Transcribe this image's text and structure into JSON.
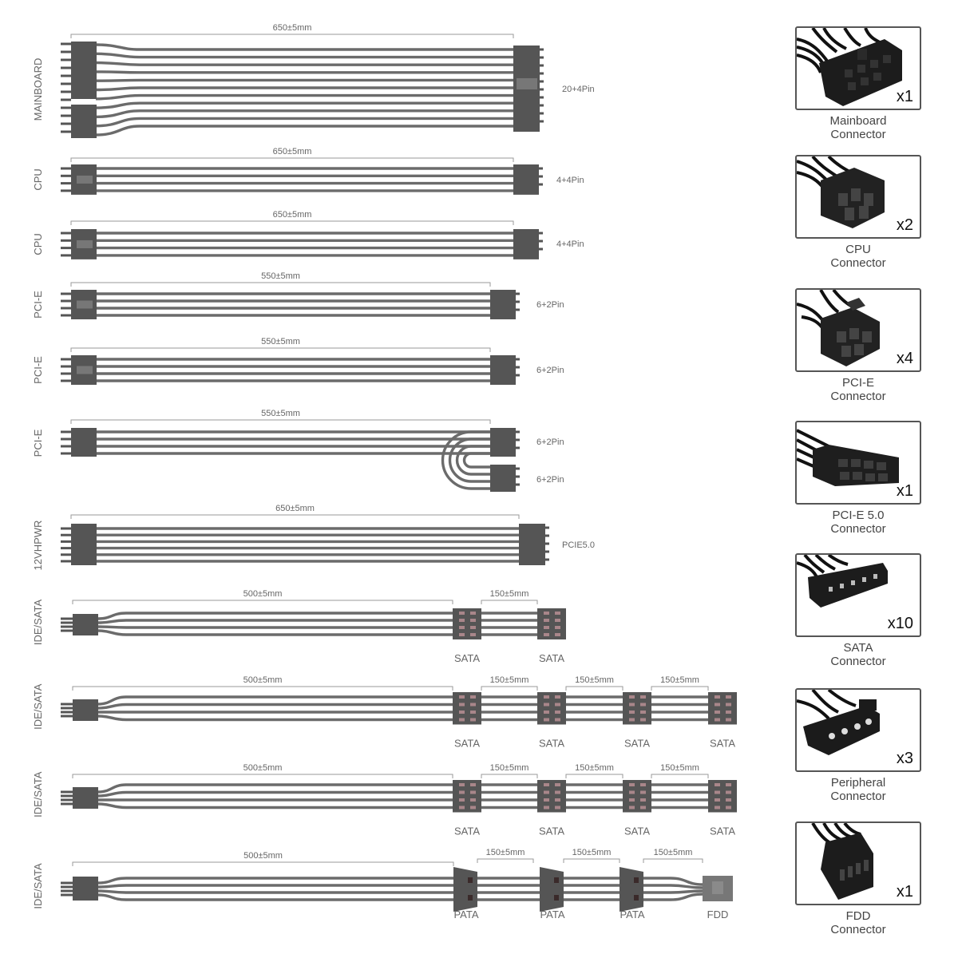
{
  "cables": [
    {
      "name": "MAINBOARD",
      "length": "650±5mm",
      "end_label": "20+4Pin"
    },
    {
      "name": "CPU",
      "length": "650±5mm",
      "end_label": "4+4Pin"
    },
    {
      "name": "CPU",
      "length": "650±5mm",
      "end_label": "4+4Pin"
    },
    {
      "name": "PCI-E",
      "length": "550±5mm",
      "end_label": "6+2Pin"
    },
    {
      "name": "PCI-E",
      "length": "550±5mm",
      "end_label": "6+2Pin"
    },
    {
      "name": "PCI-E",
      "length": "550±5mm",
      "end_label": "6+2Pin",
      "end_label_2": "6+2Pin"
    },
    {
      "name": "12VHPWR",
      "length": "650±5mm",
      "end_label": "PCIE5.0"
    },
    {
      "name": "IDE/SATA",
      "length": "500±5mm",
      "seg_lengths": [
        "150±5mm"
      ],
      "connectors": [
        "SATA",
        "SATA"
      ]
    },
    {
      "name": "IDE/SATA",
      "length": "500±5mm",
      "seg_lengths": [
        "150±5mm",
        "150±5mm",
        "150±5mm"
      ],
      "connectors": [
        "SATA",
        "SATA",
        "SATA",
        "SATA"
      ]
    },
    {
      "name": "IDE/SATA",
      "length": "500±5mm",
      "seg_lengths": [
        "150±5mm",
        "150±5mm",
        "150±5mm"
      ],
      "connectors": [
        "SATA",
        "SATA",
        "SATA",
        "SATA"
      ]
    },
    {
      "name": "IDE/SATA",
      "length": "500±5mm",
      "seg_lengths": [
        "150±5mm",
        "150±5mm",
        "150±5mm"
      ],
      "connectors": [
        "PATA",
        "PATA",
        "PATA",
        "FDD"
      ]
    }
  ],
  "connectors": [
    {
      "qty": "x1",
      "line1": "Mainboard",
      "line2": "Connector",
      "icon": "mainboard-connector-icon"
    },
    {
      "qty": "x2",
      "line1": "CPU",
      "line2": "Connector",
      "icon": "cpu-connector-icon"
    },
    {
      "qty": "x4",
      "line1": "PCI-E",
      "line2": "Connector",
      "icon": "pcie-connector-icon"
    },
    {
      "qty": "x1",
      "line1": "PCI-E 5.0",
      "line2": "Connector",
      "icon": "pcie5-connector-icon"
    },
    {
      "qty": "x10",
      "line1": "SATA",
      "line2": "Connector",
      "icon": "sata-connector-icon"
    },
    {
      "qty": "x3",
      "line1": "Peripheral",
      "line2": "Connector",
      "icon": "peripheral-connector-icon"
    },
    {
      "qty": "x1",
      "line1": "FDD",
      "line2": "Connector",
      "icon": "fdd-connector-icon"
    }
  ],
  "colors": {
    "cable": "#6b6b6b",
    "plug": "#555555",
    "dim": "#999999",
    "text": "#666666"
  }
}
